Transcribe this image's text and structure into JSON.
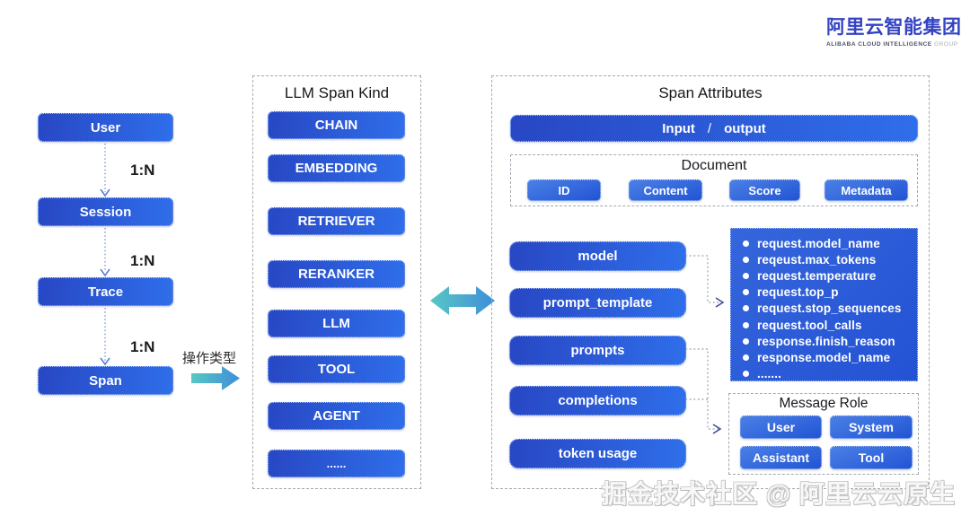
{
  "logo": {
    "title_cn": "阿里云智能集团",
    "subtitle_en": "ALIBABA CLOUD INTELLIGENCE",
    "subtitle_group": "GROUP"
  },
  "hierarchy": {
    "nodes": [
      {
        "label": "User"
      },
      {
        "label": "Session"
      },
      {
        "label": "Trace"
      },
      {
        "label": "Span"
      }
    ],
    "relation_label": "1:N",
    "operation_type_label": "操作类型"
  },
  "span_kind_panel": {
    "title": "LLM Span Kind",
    "items": [
      "CHAIN",
      "EMBEDDING",
      "RETRIEVER",
      "RERANKER",
      "LLM",
      "TOOL",
      "AGENT",
      "......"
    ]
  },
  "span_attributes_panel": {
    "title": "Span Attributes",
    "input_output": {
      "left": "Input",
      "separator": "/",
      "right": "output"
    },
    "document": {
      "title": "Document",
      "fields": [
        "ID",
        "Content",
        "Score",
        "Metadata"
      ]
    },
    "params": [
      "model",
      "prompt_template",
      "prompts",
      "completions",
      "token usage"
    ],
    "request_response_attrs": [
      "request.model_name",
      "reqeust.max_tokens",
      "request.temperature",
      "request.top_p",
      "request.stop_sequences",
      "request.tool_calls",
      "response.finish_reason",
      "response.model_name",
      "......."
    ],
    "message_role": {
      "title": "Message Role",
      "roles": [
        "User",
        "System",
        "Assistant",
        "Tool"
      ]
    }
  },
  "watermark": "掘金技术社区 @ 阿里云云原生",
  "colors": {
    "button_gradient_start": "#2847c4",
    "button_gradient_end": "#2f6eea",
    "chip_gradient_start": "#4a80e6",
    "chip_gradient_end": "#2254d4",
    "attr_box_blue": "#2b5cd9",
    "arrow_teal": "#58c7c4",
    "arrow_blue": "#3f8ed8",
    "logo_blue": "#3443c4",
    "dashed_border_gray": "#a3a9b3"
  }
}
